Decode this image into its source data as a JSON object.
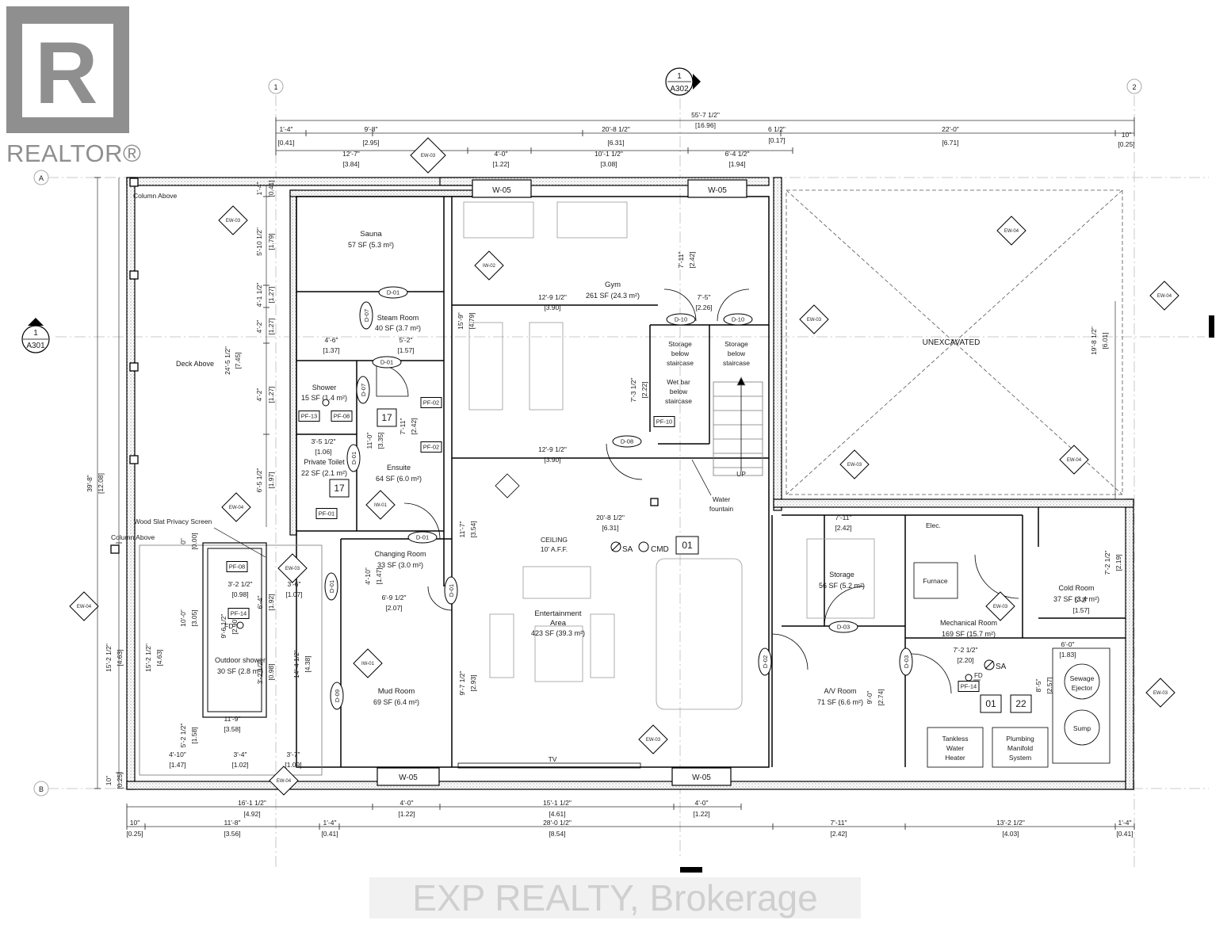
{
  "branding": {
    "logo_letter": "R",
    "logo_text": "REALTOR®",
    "watermark": "EXP REALTY, Brokerage"
  },
  "section_markers": {
    "top": {
      "num": "1",
      "sheet": "A302"
    },
    "left": {
      "num": "1",
      "sheet": "A301"
    }
  },
  "grid_labels": {
    "g1": "1",
    "g2": "2",
    "gA": "A",
    "gB": "B"
  },
  "rooms": {
    "sauna": {
      "name": "Sauna",
      "area": "57 SF (5.3 m²)"
    },
    "steam": {
      "name": "Steam Room",
      "area": "40 SF (3.7 m²)"
    },
    "shower": {
      "name": "Shower",
      "area": "15 SF (1.4 m²)"
    },
    "toilet": {
      "name": "Private Toilet",
      "area": "22 SF (2.1 m²)"
    },
    "ensuite": {
      "name": "Ensuite",
      "area": "64 SF (6.0 m²)"
    },
    "changing": {
      "name": "Changing Room",
      "area": "33 SF (3.0 m²)"
    },
    "gym": {
      "name": "Gym",
      "area": "261 SF (24.3 m²)"
    },
    "entertainment": {
      "name1": "Entertainment",
      "name2": "Area",
      "area": "423 SF (39.3 m²)"
    },
    "mud": {
      "name": "Mud Room",
      "area": "69 SF (6.4 m²)"
    },
    "outdoor_shower": {
      "name": "Outdoor shower",
      "area": "30 SF (2.8 m²)"
    },
    "storage": {
      "name": "Storage",
      "area": "56 SF (5.2 m²)"
    },
    "av": {
      "name": "A/V Room",
      "area": "71 SF (6.6 m²)"
    },
    "cold": {
      "name": "Cold Room",
      "area": "37 SF (3.4 m²)"
    },
    "mechanical": {
      "name": "Mechanical Room",
      "area": "169 SF (15.7 m²)"
    },
    "unexcavated": "UNEXCAVATED"
  },
  "labels": {
    "column_above_1": "Column Above",
    "column_above_2": "Column Above",
    "deck_above": "Deck Above",
    "wood_slat": "Wood Slat Privacy Screen",
    "storage_below_1a": "Storage",
    "storage_below_1b": "below",
    "storage_below_1c": "staircase",
    "storage_below_2a": "Storage",
    "storage_below_2b": "below",
    "storage_below_2c": "staircase",
    "wetbar_a": "Wet bar",
    "wetbar_b": "below",
    "wetbar_c": "staircase",
    "water_fountain_a": "Water",
    "water_fountain_b": "fountain",
    "up": "UP",
    "ceiling_a": "CEILING",
    "ceiling_b": "10' A.F.F.",
    "sa": "SA",
    "cmd": "CMD",
    "sa2": "SA",
    "tv": "TV",
    "elec": "Elec.",
    "furnace": "Furnace",
    "sewage_a": "Sewage",
    "sewage_b": "Ejector",
    "sump": "Sump",
    "tankless_a": "Tankless",
    "tankless_b": "Water",
    "tankless_c": "Heater",
    "plumbing_a": "Plumbing",
    "plumbing_b": "Manifold",
    "plumbing_c": "System",
    "fd1": "FD",
    "fd2": "FD"
  },
  "tags": {
    "d01a": "D-01",
    "d01b": "D-01",
    "d01c": "D-01",
    "d01d": "D-01",
    "d01e": "D-01",
    "d01f": "D-01",
    "d07a": "D-07",
    "d07b": "D-07",
    "d10a": "D-10",
    "d10b": "D-10",
    "d08": "D-08",
    "d03a": "D-03",
    "d03b": "D-03",
    "d02": "D-02",
    "d09": "D-09",
    "w05a": "W-05",
    "w05b": "W-05",
    "w05c": "W-05",
    "w05d": "W-05",
    "pf13": "PF-13",
    "pf08a": "PF-08",
    "pf02a": "PF-02",
    "pf02b": "PF-02",
    "pf01": "PF-01",
    "pf10": "PF-10",
    "pf08b": "PF-08",
    "pf14a": "PF-14",
    "pf14b": "PF-14",
    "n17a": "17",
    "n17b": "17",
    "n01a": "01",
    "n01b": "01",
    "n22": "22",
    "ew03a": "EW-03",
    "ew03b": "EW-03",
    "ew03c": "EW-03",
    "ew03d": "EW-03",
    "ew03e": "EW-03",
    "ew03f": "EW-03",
    "ew03g": "EW-03",
    "ew03h": "EW-03",
    "ew04a": "EW-04",
    "ew04b": "EW-04",
    "ew04c": "EW-04",
    "ew04d": "EW-04",
    "ew04e": "EW-04",
    "ew04f": "EW-04",
    "iw02": "IW-02",
    "iw01a": "IW-01",
    "iw01b": "IW-01"
  },
  "dims": {
    "top_overall": "55'-7 1/2\"",
    "top_overall_m": "[16.96]",
    "t1": "1'-4\"",
    "t1m": "[0.41]",
    "t2": "9'-8\"",
    "t2m": "[2.95]",
    "t3": "20'-8 1/2\"",
    "t3m": "[6.31]",
    "t4": "6 1/2\"",
    "t4m": "[0.17]",
    "t5": "22'-0\"",
    "t5m": "[6.71]",
    "t6": "10\"",
    "t6m": "[0.25]",
    "u1": "12'-7\"",
    "u1m": "[3.84]",
    "u2": "4'-0\"",
    "u2m": "[1.22]",
    "u3": "10'-1 1/2\"",
    "u3m": "[3.08]",
    "u4": "6'-4 1/2\"",
    "u4m": "[1.94]",
    "gym_w": "12'-9 1/2\"",
    "gym_wm": "[3.90]",
    "gym_w2": "12'-9 1/2\"",
    "gym_w2m": "[3.90]",
    "gym_h": "15'-9\"",
    "gym_hm": "[4.79]",
    "gym_top": "7'-11\"",
    "gym_topm": "[2.42]",
    "stair_w": "7'-5\"",
    "stair_wm": "[2.26]",
    "stair_h": "7'-3 1/2\"",
    "stair_hm": "[2.22]",
    "steam_a": "4'-6\"",
    "steam_am": "[1.37]",
    "steam_b": "5'-2\"",
    "steam_bm": "[1.57]",
    "toilet_w": "3'-5 1/2\"",
    "toilet_wm": "[1.06]",
    "ens_h": "7'-11\"",
    "ens_hm": "[2.42]",
    "ens_h2": "11'-0\"",
    "ens_h2m": "[3.35]",
    "ent_w": "20'-8 1/2\"",
    "ent_wm": "[6.31]",
    "ent_h": "11'-7\"",
    "ent_hm": "[3.54]",
    "mud_h": "9'-7 1/2\"",
    "mud_hm": "[2.93]",
    "chg_h": "4'-10\"",
    "chg_hm": "[1.47]",
    "chg_w": "6'-9 1/2\"",
    "chg_wm": "[2.07]",
    "os_w": "3'-2 1/2\"",
    "os_wm": "[0.98]",
    "os_w2": "3'-6\"",
    "os_w2m": "[1.07]",
    "os_h": "9'-6 1/2\"",
    "os_hm": "[2.90]",
    "os_h2": "6'-4\"",
    "os_h2m": "[1.92]",
    "os_h3": "3'-2 1/2\"",
    "os_h3m": "[0.98]",
    "os_h4": "14'-4 1/2\"",
    "os_h4m": "[4.38]",
    "deck_w": "11'-9\"",
    "deck_wm": "[3.58]",
    "deck_a": "4'-10\"",
    "deck_am": "[1.47]",
    "deck_b": "3'-4\"",
    "deck_bm": "[1.02]",
    "deck_c": "3'-7\"",
    "deck_cm": "[1.09]",
    "deck_h": "5'-2 1/2\"",
    "deck_hm": "[1.58]",
    "deck_h2": "10'-0\"",
    "deck_h2m": "[3.05]",
    "deck_h3": "15'-2 1/2\"",
    "deck_h3m": "[4.63]",
    "left_total": "39'-8\"",
    "left_totalm": "[12.08]",
    "left_mid": "24'-5 1/2\"",
    "left_midm": "[7.45]",
    "l1": "1'-4\"",
    "l1m": "[0.41]",
    "l2": "5'-10 1/2\"",
    "l2m": "[1.79]",
    "l3": "4'-1 1/2\"",
    "l3m": "[1.27]",
    "l4": "4'-2\"",
    "l4m": "[1.27]",
    "l5": "4'-2\"",
    "l5m": "[1.27]",
    "l6": "6'-5 1/2\"",
    "l6m": "[1.97]",
    "l7": "0\"",
    "l7m": "[0.00]",
    "l8": "15'-2 1/2\"",
    "l8m": "[4.63]",
    "l9": "10\"",
    "l9m": "[0.25]",
    "stor_w": "7'-11\"",
    "stor_wm": "[2.42]",
    "av_h": "9'-0\"",
    "av_hm": "[2.74]",
    "cold_h": "7'-2 1/2\"",
    "cold_hm": "[2.19]",
    "cold_w": "5'-2\"",
    "cold_wm": "[1.57]",
    "mech_w": "7'-2 1/2\"",
    "mech_wm": "[2.20]",
    "sew_w": "6'-0\"",
    "sew_wm": "[1.83]",
    "sew_h": "8'-5\"",
    "sew_hm": "[2.57]",
    "unexc_h": "19'-8 1/2\"",
    "unexc_hm": "[6.01]",
    "b1": "16'-1 1/2\"",
    "b1m": "[4.92]",
    "b2": "4'-0\"",
    "b2m": "[1.22]",
    "b3": "15'-1 1/2\"",
    "b3m": "[4.61]",
    "b4": "4'-0\"",
    "b4m": "[1.22]",
    "c1": "10\"",
    "c1m": "[0.25]",
    "c2": "11'-8\"",
    "c2m": "[3.56]",
    "c3": "1'-4\"",
    "c3m": "[0.41]",
    "c4": "28'-0 1/2\"",
    "c4m": "[8.54]",
    "c5": "7'-11\"",
    "c5m": "[2.42]",
    "c6": "13'-2 1/2\"",
    "c6m": "[4.03]",
    "c7": "1'-4\"",
    "c7m": "[0.41]"
  }
}
